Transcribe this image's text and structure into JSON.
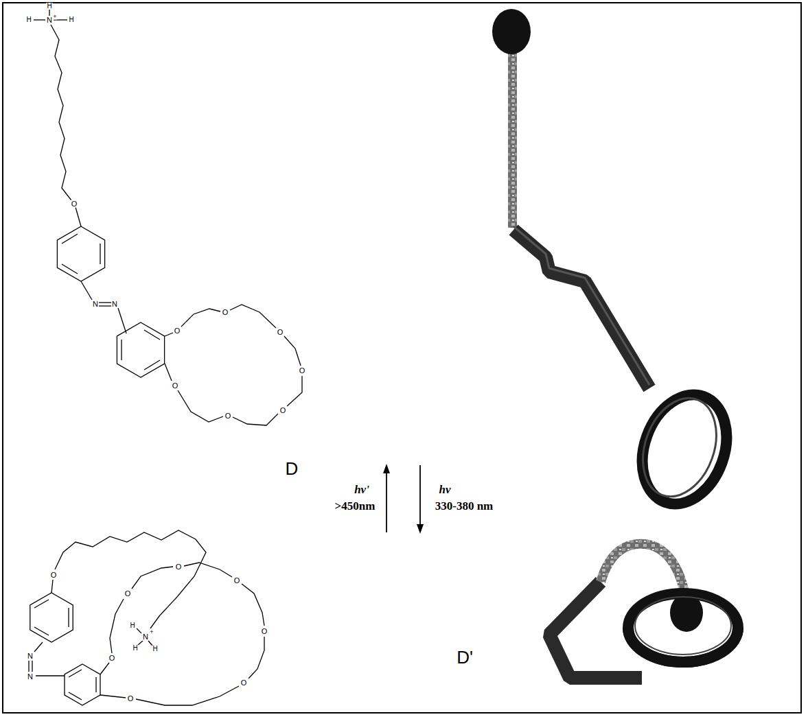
{
  "diagram": {
    "labels": [
      "H",
      "H",
      "N",
      "+",
      "H",
      "O",
      "N",
      "N",
      "O",
      "O",
      "O",
      "O",
      "O",
      "O",
      "O",
      "D",
      "hν'",
      ">450nm",
      "hν",
      "330-380 nm",
      "O",
      "N",
      "N",
      "O",
      "O",
      "O",
      "O",
      "O",
      "O",
      "O",
      "H",
      "H",
      "N",
      "+",
      "H",
      "D'"
    ]
  }
}
